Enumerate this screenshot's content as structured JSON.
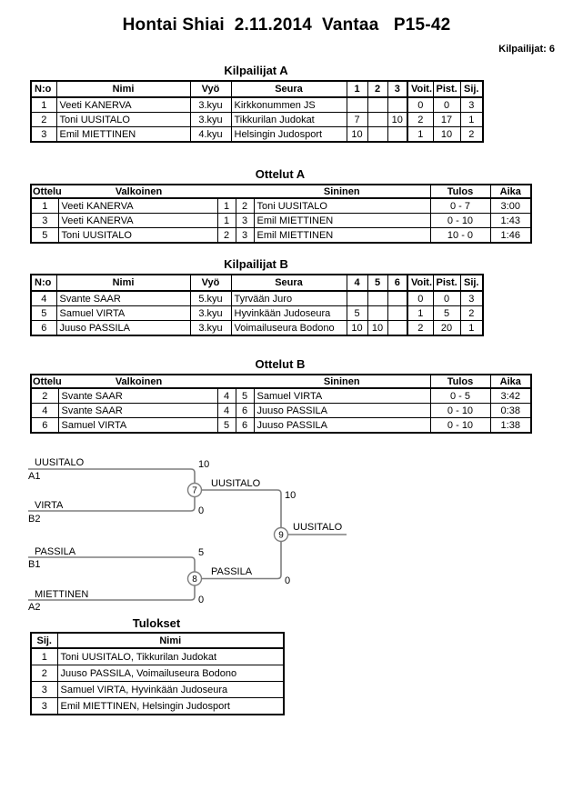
{
  "header": {
    "title": "Hontai Shiai  2.11.2014  Vantaa   P15-42",
    "competitors_count": "Kilpailijat: 6"
  },
  "pool_a": {
    "title": "Kilpailijat A",
    "headers": {
      "no": "N:o",
      "name": "Nimi",
      "belt": "Vyö",
      "club": "Seura",
      "c1": "1",
      "c2": "2",
      "c3": "3",
      "wins": "Voit.",
      "points": "Pist.",
      "place": "Sij."
    },
    "rows": [
      {
        "no": "1",
        "name": "Veeti KANERVA",
        "belt": "3.kyu",
        "club": "Kirkkonummen JS",
        "c1": "",
        "c2": "",
        "c3": "",
        "wins": "0",
        "points": "0",
        "place": "3"
      },
      {
        "no": "2",
        "name": "Toni UUSITALO",
        "belt": "3.kyu",
        "club": "Tikkurilan Judokat",
        "c1": "7",
        "c2": "",
        "c3": "10",
        "wins": "2",
        "points": "17",
        "place": "1"
      },
      {
        "no": "3",
        "name": "Emil MIETTINEN",
        "belt": "4.kyu",
        "club": "Helsingin Judosport",
        "c1": "10",
        "c2": "",
        "c3": "",
        "wins": "1",
        "points": "10",
        "place": "2"
      }
    ]
  },
  "matches_a": {
    "title": "Ottelut A",
    "headers": {
      "match": "Ottelu",
      "white": "Valkoinen",
      "blue": "Sininen",
      "result": "Tulos",
      "time": "Aika"
    },
    "rows": [
      {
        "match": "1",
        "white": "Veeti KANERVA",
        "wno": "1",
        "bno": "2",
        "blue": "Toni UUSITALO",
        "result": "0 - 7",
        "time": "3:00"
      },
      {
        "match": "3",
        "white": "Veeti KANERVA",
        "wno": "1",
        "bno": "3",
        "blue": "Emil MIETTINEN",
        "result": "0 - 10",
        "time": "1:43"
      },
      {
        "match": "5",
        "white": "Toni UUSITALO",
        "wno": "2",
        "bno": "3",
        "blue": "Emil MIETTINEN",
        "result": "10 - 0",
        "time": "1:46"
      }
    ]
  },
  "pool_b": {
    "title": "Kilpailijat B",
    "headers": {
      "no": "N:o",
      "name": "Nimi",
      "belt": "Vyö",
      "club": "Seura",
      "c1": "4",
      "c2": "5",
      "c3": "6",
      "wins": "Voit.",
      "points": "Pist.",
      "place": "Sij."
    },
    "rows": [
      {
        "no": "4",
        "name": "Svante SAAR",
        "belt": "5.kyu",
        "club": "Tyrvään Juro",
        "c1": "",
        "c2": "",
        "c3": "",
        "wins": "0",
        "points": "0",
        "place": "3"
      },
      {
        "no": "5",
        "name": "Samuel VIRTA",
        "belt": "3.kyu",
        "club": "Hyvinkään Judoseura",
        "c1": "5",
        "c2": "",
        "c3": "",
        "wins": "1",
        "points": "5",
        "place": "2"
      },
      {
        "no": "6",
        "name": "Juuso PASSILA",
        "belt": "3.kyu",
        "club": "Voimailuseura Bodono",
        "c1": "10",
        "c2": "10",
        "c3": "",
        "wins": "2",
        "points": "20",
        "place": "1"
      }
    ]
  },
  "matches_b": {
    "title": "Ottelut B",
    "headers": {
      "match": "Ottelu",
      "white": "Valkoinen",
      "blue": "Sininen",
      "result": "Tulos",
      "time": "Aika"
    },
    "rows": [
      {
        "match": "2",
        "white": "Svante SAAR",
        "wno": "4",
        "bno": "5",
        "blue": "Samuel VIRTA",
        "result": "0 - 5",
        "time": "3:42"
      },
      {
        "match": "4",
        "white": "Svante SAAR",
        "wno": "4",
        "bno": "6",
        "blue": "Juuso PASSILA",
        "result": "0 - 10",
        "time": "0:38"
      },
      {
        "match": "6",
        "white": "Samuel VIRTA",
        "wno": "5",
        "bno": "6",
        "blue": "Juuso PASSILA",
        "result": "0 - 10",
        "time": "1:38"
      }
    ]
  },
  "bracket": {
    "entrant1": {
      "name": "UUSITALO",
      "seed": "A1",
      "score": "10"
    },
    "entrant2": {
      "name": "VIRTA",
      "seed": "B2",
      "score": "0"
    },
    "entrant3": {
      "name": "PASSILA",
      "seed": "B1",
      "score": "5"
    },
    "entrant4": {
      "name": "MIETTINEN",
      "seed": "A2",
      "score": "0"
    },
    "semi1": {
      "match_no": "7",
      "winner": "UUSITALO",
      "final_score": "10"
    },
    "semi2": {
      "match_no": "8",
      "winner": "PASSILA",
      "final_score": "0"
    },
    "final": {
      "match_no": "9",
      "winner": "UUSITALO"
    }
  },
  "results": {
    "title": "Tulokset",
    "headers": {
      "place": "Sij.",
      "name": "Nimi"
    },
    "rows": [
      {
        "place": "1",
        "name": "Toni UUSITALO, Tikkurilan Judokat"
      },
      {
        "place": "2",
        "name": "Juuso PASSILA, Voimailuseura Bodono"
      },
      {
        "place": "3",
        "name": "Samuel VIRTA, Hyvinkään Judoseura"
      },
      {
        "place": "3",
        "name": "Emil MIETTINEN, Helsingin Judosport"
      }
    ]
  }
}
